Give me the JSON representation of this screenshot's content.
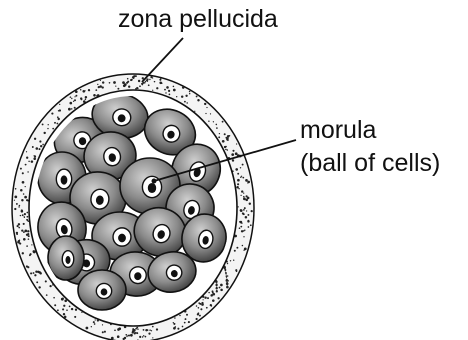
{
  "labels": {
    "zona_pellucida": "zona pellucida",
    "morula_line1": "morula",
    "morula_line2": "(ball of cells)"
  },
  "colors": {
    "ink": "#111111",
    "cell_fill": "#8a8a8a",
    "cell_light": "#d8d8d8",
    "background": "#ffffff"
  }
}
